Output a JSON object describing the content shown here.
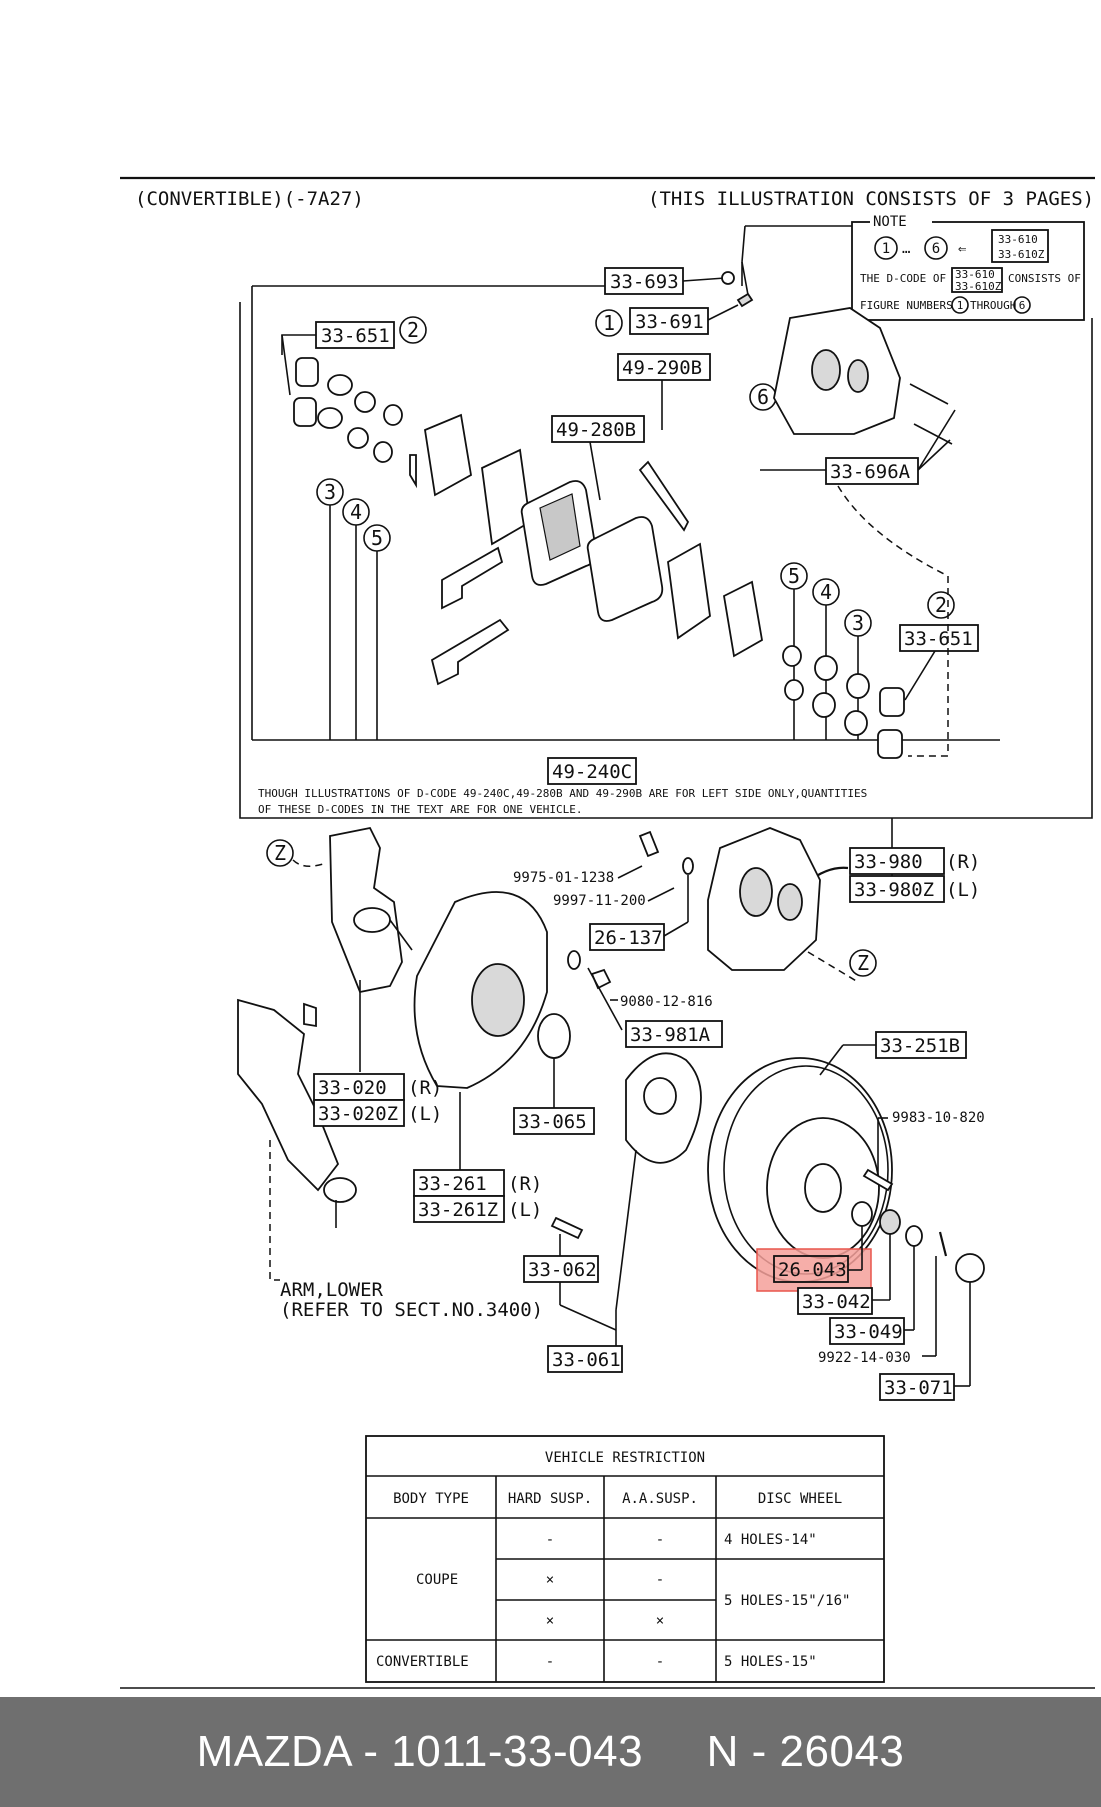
{
  "header": {
    "left": "(CONVERTIBLE)(-7A27)",
    "right": "(THIS ILLUSTRATION CONSISTS OF  3 PAGES)"
  },
  "note": {
    "title": "NOTE",
    "circle_from": "1",
    "circle_to": "6",
    "codes": [
      "33-610",
      "33-610Z"
    ],
    "line_prefix": "THE D-CODE OF",
    "line_suffix": "CONSISTS OF",
    "figure_text": "FIGURE NUMBERS",
    "through": "THROUGH"
  },
  "caption": [
    "THOUGH ILLUSTRATIONS OF D-CODE 49-240C,49-280B AND 49-290B ARE FOR LEFT SIDE ONLY,QUANTITIES",
    "OF THESE D-CODES IN THE TEXT ARE FOR ONE VEHICLE."
  ],
  "callouts": {
    "c33_693": "33-693",
    "c33_691": "33-691",
    "c33_651_a": "33-651",
    "c49_290b": "49-290B",
    "c49_280b": "49-280B",
    "c33_696a": "33-696A",
    "c33_651_b": "33-651",
    "c49_240c": "49-240C",
    "c33_980": "33-980",
    "c33_980_side": "(R)",
    "c33_980z": "33-980Z",
    "c33_980z_side": "(L)",
    "c26_137": "26-137",
    "c33_981a": "33-981A",
    "c33_251b": "33-251B",
    "c33_020": "33-020",
    "c33_020_side": "(R)",
    "c33_020z": "33-020Z",
    "c33_020z_side": "(L)",
    "c33_065": "33-065",
    "c33_261": "33-261",
    "c33_261_side": "(R)",
    "c33_261z": "33-261Z",
    "c33_261z_side": "(L)",
    "c33_062": "33-062",
    "c26_043": "26-043",
    "c33_042": "33-042",
    "c33_049": "33-049",
    "c33_061": "33-061",
    "c33_071": "33-071",
    "p9975": "9975-01-1238",
    "p9997": "9997-11-200",
    "p9080": "9080-12-816",
    "p9983": "9983-10-820",
    "p9922": "9922-14-030"
  },
  "markers": {
    "m1": "1",
    "m2a": "2",
    "m3a": "3",
    "m4a": "4",
    "m5a": "5",
    "m6": "6",
    "m5b": "5",
    "m4b": "4",
    "m3b": "3",
    "m2b": "2",
    "z1": "Z",
    "z2": "Z"
  },
  "arm_note": [
    "ARM,LOWER",
    "(REFER TO SECT.NO.3400)"
  ],
  "highlighted_part": "26-043",
  "restriction_table": {
    "title": "VEHICLE  RESTRICTION",
    "headers": [
      "BODY TYPE",
      "HARD SUSP.",
      "A.A.SUSP.",
      "DISC WHEEL"
    ],
    "coupe_label": "COUPE",
    "convertible_label": "CONVERTIBLE",
    "rows": [
      [
        "-",
        "-",
        "4 HOLES-14\""
      ],
      [
        "×",
        "-",
        ""
      ],
      [
        "×",
        "×",
        ""
      ],
      [
        "-",
        "-",
        "5 HOLES-15\""
      ]
    ],
    "merged_wheel": "5 HOLES-15\"/16\""
  },
  "footer": {
    "text": "MAZDA - 1011-33-043     N - 26043"
  },
  "colors": {
    "highlight": "#f4a09a",
    "footer_bg": "#6f6f6f"
  }
}
